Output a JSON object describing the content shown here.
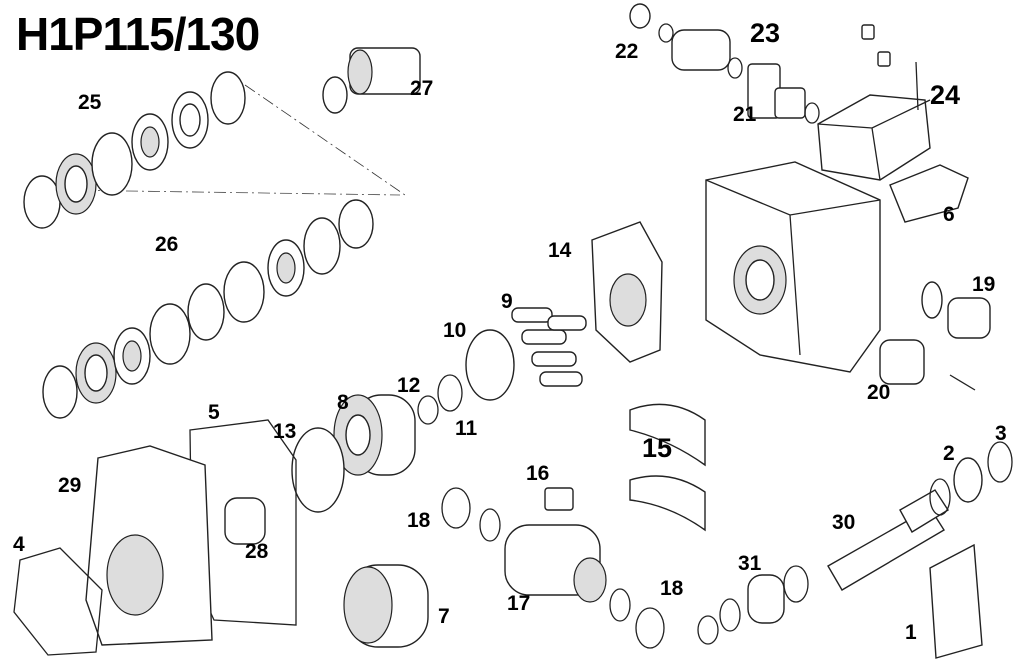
{
  "diagram": {
    "title": "H1P115/130",
    "part_labels": [
      {
        "id": "p1",
        "text": "1"
      },
      {
        "id": "p2",
        "text": "2"
      },
      {
        "id": "p3",
        "text": "3"
      },
      {
        "id": "p4",
        "text": "4"
      },
      {
        "id": "p5",
        "text": "5"
      },
      {
        "id": "p6",
        "text": "6"
      },
      {
        "id": "p7",
        "text": "7"
      },
      {
        "id": "p8",
        "text": "8"
      },
      {
        "id": "p9",
        "text": "9"
      },
      {
        "id": "p10",
        "text": "10"
      },
      {
        "id": "p11",
        "text": "11"
      },
      {
        "id": "p12",
        "text": "12"
      },
      {
        "id": "p13",
        "text": "13"
      },
      {
        "id": "p14",
        "text": "14"
      },
      {
        "id": "p15",
        "text": "15"
      },
      {
        "id": "p16",
        "text": "16"
      },
      {
        "id": "p17",
        "text": "17"
      },
      {
        "id": "p18a",
        "text": "18"
      },
      {
        "id": "p18b",
        "text": "18"
      },
      {
        "id": "p19",
        "text": "19"
      },
      {
        "id": "p20",
        "text": "20"
      },
      {
        "id": "p21",
        "text": "21"
      },
      {
        "id": "p22",
        "text": "22"
      },
      {
        "id": "p23",
        "text": "23"
      },
      {
        "id": "p24",
        "text": "24"
      },
      {
        "id": "p25",
        "text": "25"
      },
      {
        "id": "p26",
        "text": "26"
      },
      {
        "id": "p27",
        "text": "27"
      },
      {
        "id": "p28",
        "text": "28"
      },
      {
        "id": "p29",
        "text": "29"
      },
      {
        "id": "p30",
        "text": "30"
      },
      {
        "id": "p31",
        "text": "31"
      }
    ]
  }
}
